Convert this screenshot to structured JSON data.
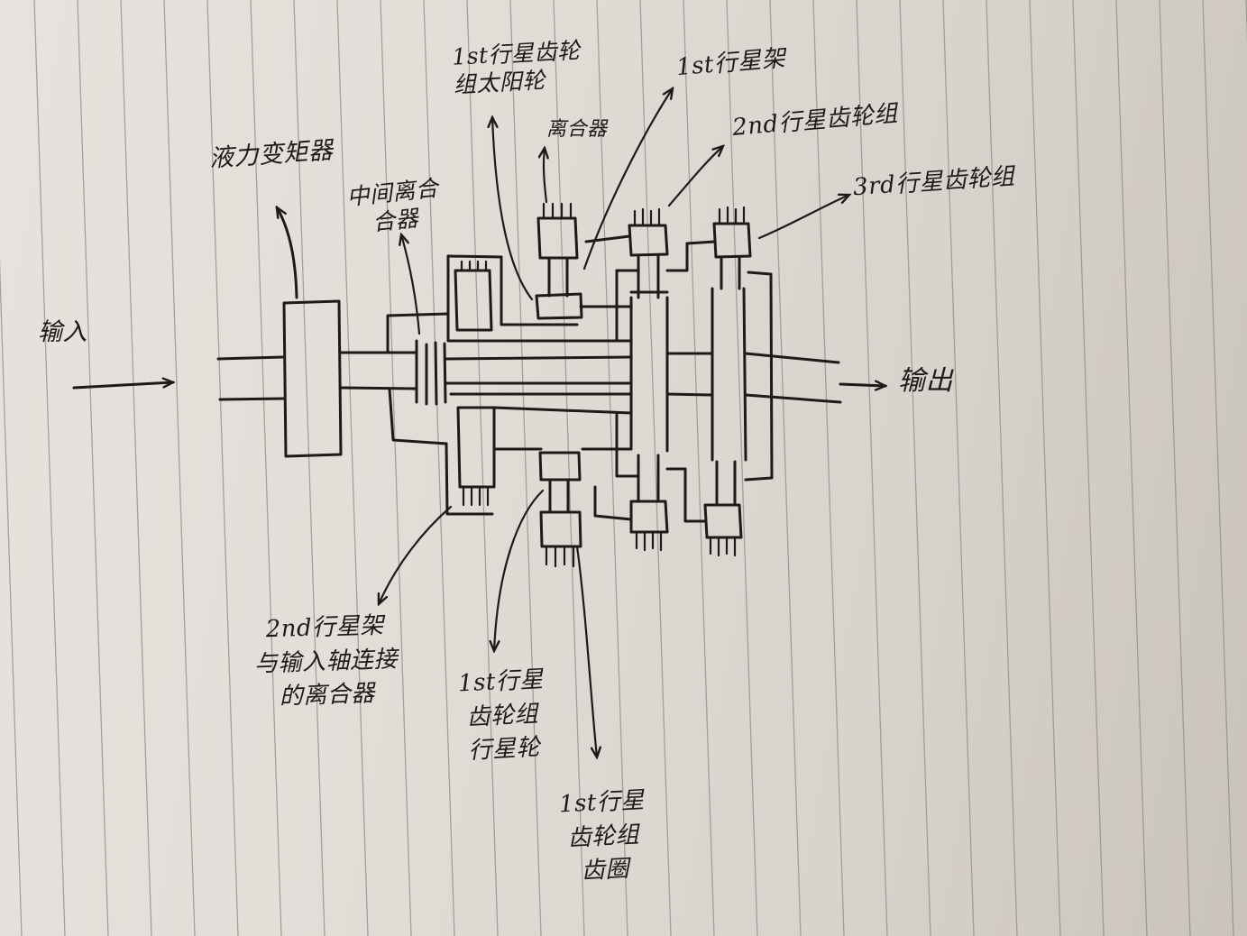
{
  "labels": {
    "input": "输入",
    "torque_converter": "液力变矩器",
    "intermediate_clutch": "中间离合\n合器",
    "first_sun_gear": "1st行星齿轮\n组太阳轮",
    "brake": "离合器",
    "first_carrier": "1st行星架",
    "second_gearset": "2nd行星齿轮组",
    "third_gearset": "3rd行星齿轮组",
    "output": "输出",
    "second_carrier": "2nd行星架\n与输入轴连接\n的离合器",
    "first_planet": "1st行星\n齿轮组\n行星轮",
    "first_ring": "1st行星\n齿轮组\n齿圈"
  },
  "colors": {
    "ink": "#1c1b1a",
    "paper": "#e3e0db",
    "rule": "#8f8b86"
  }
}
